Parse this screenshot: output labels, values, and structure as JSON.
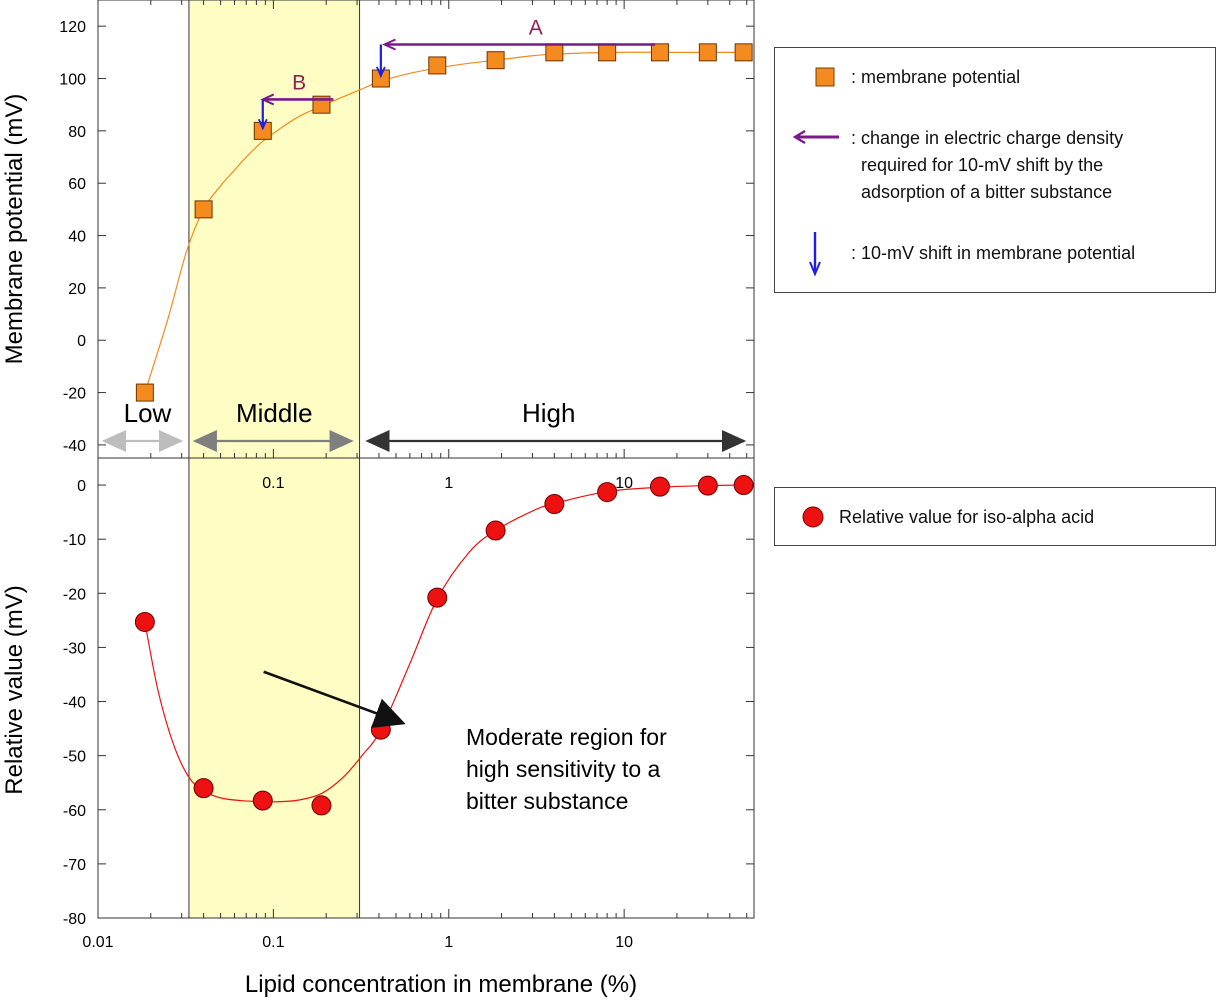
{
  "chart_data": [
    {
      "type": "scatter",
      "panel": "top",
      "ylabel": "Membrane potential (mV)",
      "xscale": "log",
      "xlim": [
        0.01,
        55
      ],
      "ylim": [
        -45,
        130
      ],
      "yticks": [
        -40,
        -20,
        0,
        20,
        40,
        60,
        80,
        100,
        120
      ],
      "xticks": [
        0.1,
        1,
        10
      ],
      "xtick_labels": [
        "0.1",
        "1",
        "10"
      ],
      "series": [
        {
          "name": ": membrane potential",
          "marker": "square",
          "color": "#f58a1f",
          "x": [
            0.0185,
            0.04,
            0.087,
            0.188,
            0.41,
            0.86,
            1.85,
            4.0,
            8.0,
            16.0,
            30.0,
            48.0
          ],
          "y": [
            -20,
            50,
            80,
            90,
            100,
            105,
            107,
            110,
            110,
            110,
            110,
            110
          ]
        }
      ],
      "fit_curve": {
        "color": "#f58a1f",
        "x": [
          0.0185,
          0.025,
          0.032,
          0.04,
          0.05,
          0.06,
          0.07,
          0.087,
          0.11,
          0.14,
          0.188,
          0.25,
          0.32,
          0.41,
          0.6,
          0.86,
          1.3,
          1.85,
          3.0,
          4.0,
          8.0,
          16.0,
          30.0,
          48.0
        ],
        "y": [
          -20,
          8,
          34,
          50,
          59,
          65,
          70,
          76,
          81,
          85.5,
          89.5,
          93,
          96,
          99,
          102,
          104,
          105.8,
          107,
          108.7,
          109.3,
          110,
          110,
          110,
          110
        ]
      },
      "regions": [
        {
          "label": "Low",
          "x": [
            0.01,
            0.033
          ],
          "color": "#bdbdbd"
        },
        {
          "label": "Middle",
          "x": [
            0.033,
            0.31
          ],
          "color": "#7f7f7f",
          "shade": "#fdfdc4"
        },
        {
          "label": "High",
          "x": [
            0.31,
            55
          ],
          "color": "#333333"
        }
      ],
      "annotations": [
        {
          "label": "A",
          "color": "#8b2252",
          "from_x": 15.0,
          "to_x": 0.43,
          "y": 113
        },
        {
          "label": "B",
          "color": "#8b2252",
          "from_x": 0.22,
          "to_x": 0.087,
          "y": 92
        }
      ],
      "shifts": [
        {
          "x": 0.087,
          "from_y": 92,
          "to_y": 81,
          "color": "#1f1fe0"
        },
        {
          "x": 0.41,
          "from_y": 113,
          "to_y": 101,
          "color": "#1f1fe0"
        }
      ]
    },
    {
      "type": "scatter",
      "panel": "bottom",
      "xlabel": "Lipid concentration in membrane (%)",
      "ylabel": "Relative value (mV)",
      "xscale": "log",
      "xlim": [
        0.01,
        55
      ],
      "ylim": [
        -80,
        5
      ],
      "yticks": [
        -80,
        -70,
        -60,
        -50,
        -40,
        -30,
        -20,
        -10,
        0
      ],
      "xticks": [
        0.01,
        0.1,
        1,
        10
      ],
      "xtick_labels": [
        "0.01",
        "0.1",
        "1",
        "10"
      ],
      "series": [
        {
          "name": "Relative value for iso-alpha acid",
          "marker": "circle",
          "color": "#ee1111",
          "x": [
            0.0185,
            0.04,
            0.087,
            0.188,
            0.41,
            0.86,
            1.85,
            4.0,
            8.0,
            16.0,
            30.0,
            48.0
          ],
          "y": [
            -25.3,
            -56,
            -58.3,
            -59.2,
            -45.2,
            -20.8,
            -8.4,
            -3.5,
            -1.3,
            -0.3,
            -0.1,
            0
          ]
        }
      ],
      "fit_curve": {
        "color": "#ee1111",
        "x": [
          0.0185,
          0.022,
          0.027,
          0.033,
          0.04,
          0.05,
          0.065,
          0.087,
          0.11,
          0.14,
          0.188,
          0.25,
          0.32,
          0.41,
          0.6,
          0.86,
          1.3,
          1.85,
          3.0,
          4.0,
          8.0,
          16.0,
          30.0,
          48.0
        ],
        "y": [
          -25.3,
          -38,
          -48,
          -54,
          -56.5,
          -57.8,
          -58.3,
          -58.5,
          -58.5,
          -58.2,
          -57,
          -54,
          -50,
          -45.2,
          -33,
          -21,
          -12.5,
          -8.4,
          -4.8,
          -3.4,
          -1.2,
          -0.4,
          -0.1,
          0
        ]
      },
      "annotation": {
        "text": [
          "Moderate region for",
          "high sensitivity to a",
          "bitter substance"
        ],
        "arrow_from": [
          0.088,
          -34.5
        ],
        "arrow_to": [
          0.55,
          -44
        ]
      }
    }
  ],
  "legend_top": {
    "items": [
      {
        "icon": "orange-square-marker",
        "text": [
          ": membrane potential"
        ]
      },
      {
        "icon": "purple-left-arrow",
        "text": [
          ": change in electric charge density",
          "required for 10-mV shift by the",
          "adsorption of a bitter substance"
        ]
      },
      {
        "icon": "blue-down-arrow",
        "text": [
          ": 10-mV shift in membrane potential"
        ]
      }
    ]
  },
  "legend_bottom": {
    "items": [
      {
        "icon": "red-circle-marker",
        "text": [
          "Relative value for iso-alpha acid"
        ]
      }
    ]
  },
  "colors": {
    "square": "#f58a1f",
    "circle": "#ee1111",
    "charge_arrow": "#7a1a8a",
    "shift_arrow": "#1f1fe0",
    "middle_shade": "#fdfdc4"
  }
}
